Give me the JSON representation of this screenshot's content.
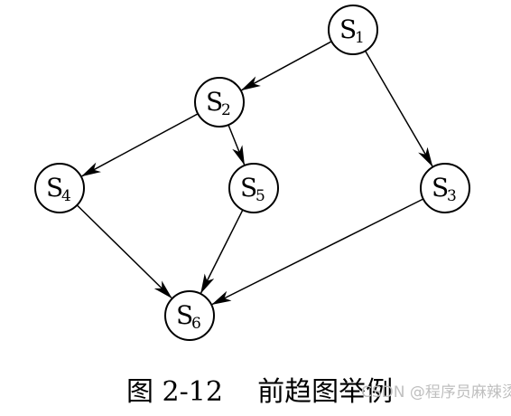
{
  "diagram": {
    "nodes": [
      {
        "id": "S1",
        "letter": "S",
        "sub": "1"
      },
      {
        "id": "S2",
        "letter": "S",
        "sub": "2"
      },
      {
        "id": "S3",
        "letter": "S",
        "sub": "3"
      },
      {
        "id": "S4",
        "letter": "S",
        "sub": "4"
      },
      {
        "id": "S5",
        "letter": "S",
        "sub": "5"
      },
      {
        "id": "S6",
        "letter": "S",
        "sub": "6"
      }
    ],
    "edges": [
      {
        "from": "S1",
        "to": "S2"
      },
      {
        "from": "S1",
        "to": "S3"
      },
      {
        "from": "S2",
        "to": "S4"
      },
      {
        "from": "S2",
        "to": "S5"
      },
      {
        "from": "S4",
        "to": "S6"
      },
      {
        "from": "S5",
        "to": "S6"
      },
      {
        "from": "S3",
        "to": "S6"
      }
    ]
  },
  "caption": "图 2-12    前趋图举例",
  "watermark": "CSDN @程序员麻辣烫"
}
